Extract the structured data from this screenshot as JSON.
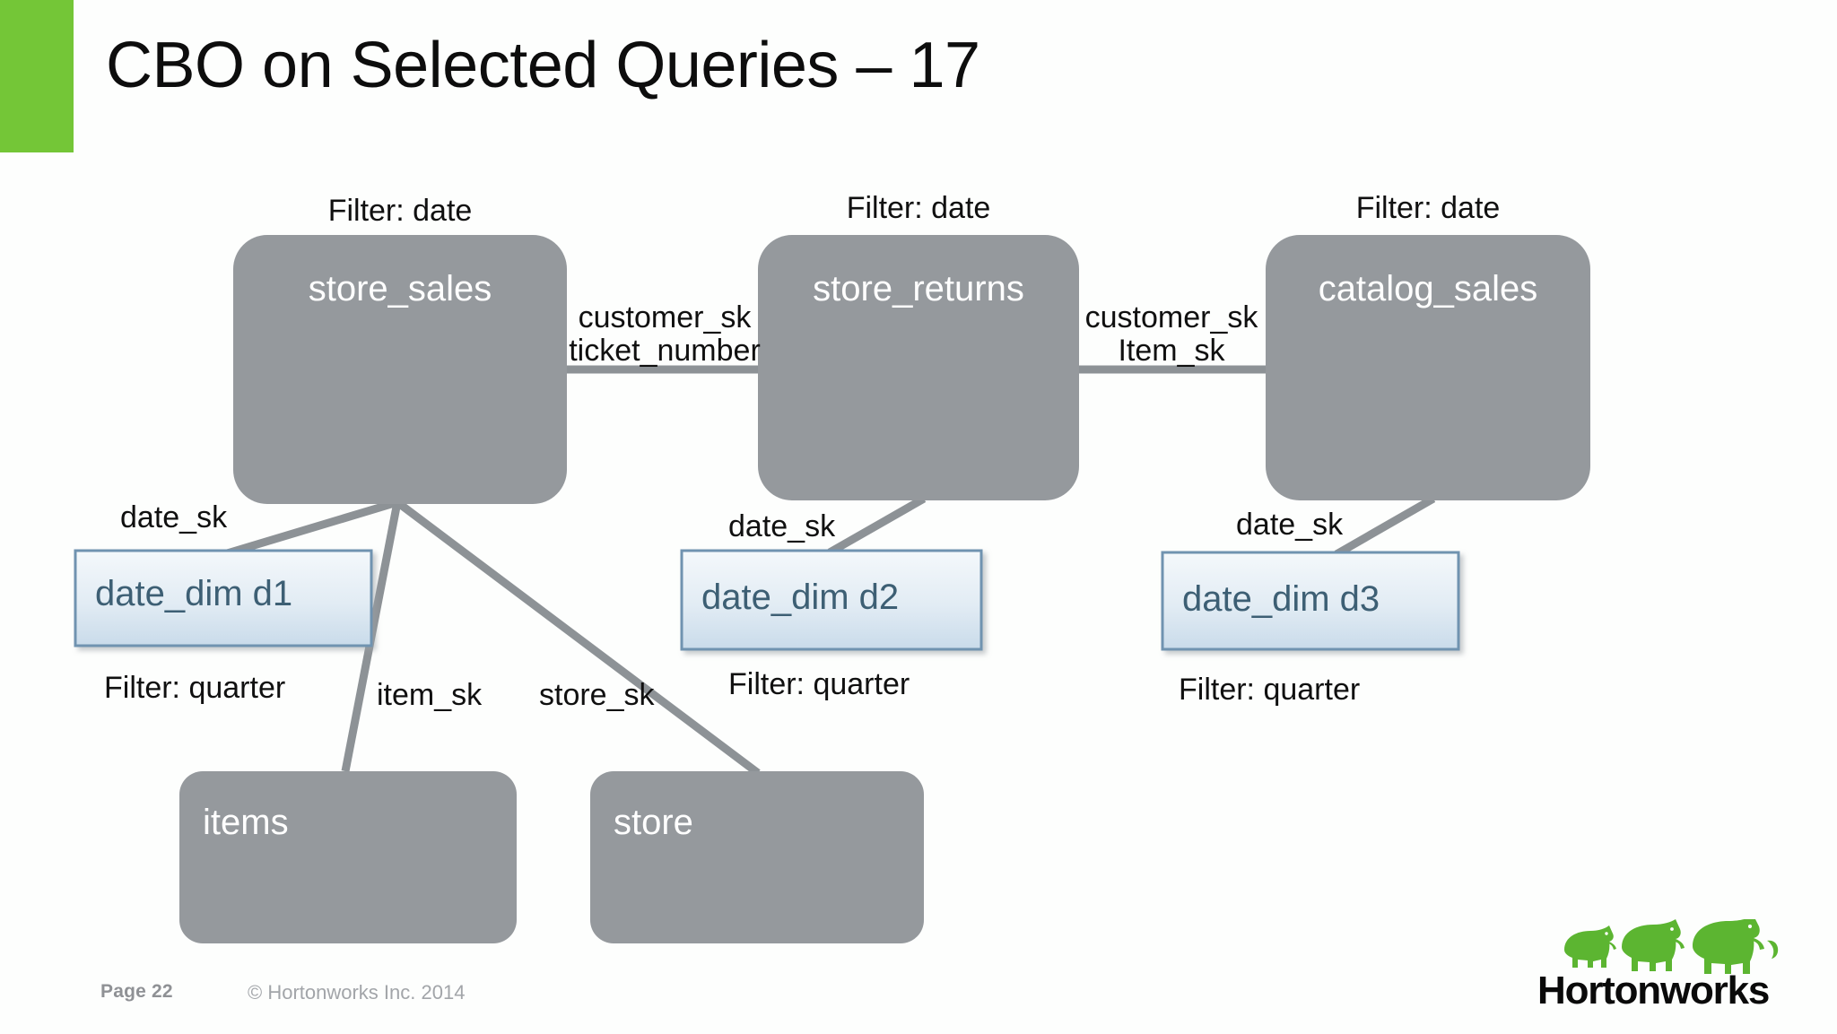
{
  "slide": {
    "title": "CBO on Selected Queries – 17",
    "accent_color": "#74c637",
    "background": "#fdfefd"
  },
  "diagram": {
    "fact_node_color": "#95999d",
    "dim_node_border": "#7093b0",
    "dim_node_fill_top": "#f2f6fa",
    "dim_node_fill_bottom": "#cbdcea",
    "dim_text_color": "#3d5f74",
    "edge_color": "#8d9296",
    "nodes": [
      {
        "id": "store_sales",
        "label": "store_sales",
        "kind": "fact"
      },
      {
        "id": "store_returns",
        "label": "store_returns",
        "kind": "fact"
      },
      {
        "id": "catalog_sales",
        "label": "catalog_sales",
        "kind": "fact"
      },
      {
        "id": "items",
        "label": "items",
        "kind": "fact"
      },
      {
        "id": "store",
        "label": "store",
        "kind": "fact"
      },
      {
        "id": "date_dim_d1",
        "label": "date_dim d1",
        "kind": "dimension"
      },
      {
        "id": "date_dim_d2",
        "label": "date_dim d2",
        "kind": "dimension"
      },
      {
        "id": "date_dim_d3",
        "label": "date_dim d3",
        "kind": "dimension"
      }
    ],
    "filters": {
      "store_sales": "Filter: date",
      "store_returns": "Filter: date",
      "catalog_sales": "Filter: date",
      "date_dim_d1": "Filter: quarter",
      "date_dim_d2": "Filter: quarter",
      "date_dim_d3": "Filter: quarter"
    },
    "join_keys": {
      "store_sales__store_returns_1": "customer_sk",
      "store_sales__store_returns_2": "ticket_number",
      "store_returns__catalog_sales_1": "customer_sk",
      "store_returns__catalog_sales_2": "Item_sk",
      "store_sales__date_dim_d1": "date_sk",
      "store_returns__date_dim_d2": "date_sk",
      "catalog_sales__date_dim_d3": "date_sk",
      "store_sales__items": "item_sk",
      "store_sales__store": "store_sk"
    }
  },
  "footer": {
    "page_label": "Page 22",
    "copyright": "© Hortonworks Inc. 2014"
  },
  "logo": {
    "wordmark": "Hortonworks",
    "elephant_color": "#5cb531",
    "icon": "three-elephants-icon"
  }
}
